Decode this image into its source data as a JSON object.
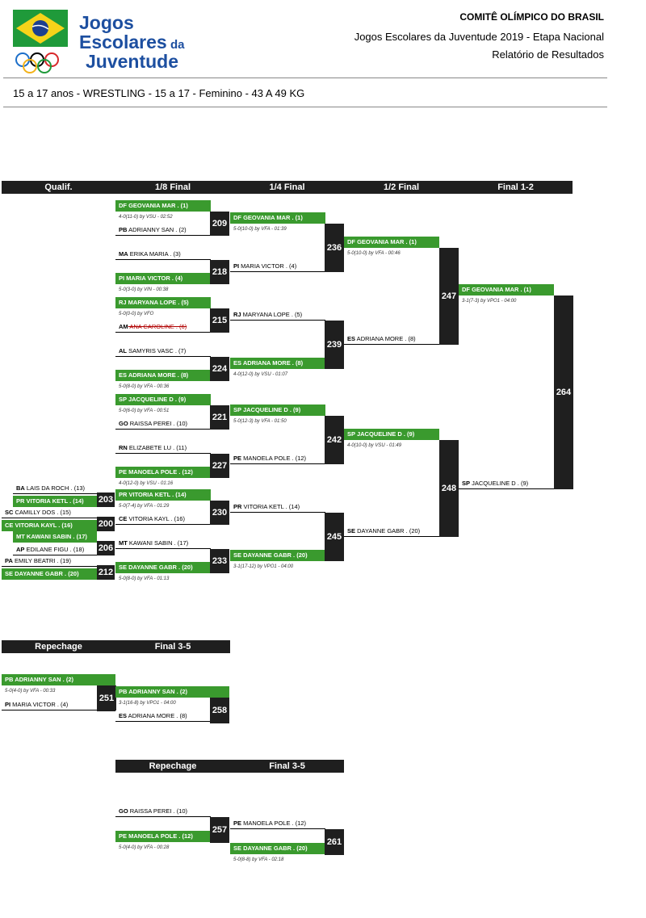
{
  "header": {
    "logo_text": "Jogos Escolares da Juventude",
    "org": "COMITÊ OLÍMPICO DO BRASIL",
    "event": "Jogos Escolares da Juventude 2019 - Etapa Nacional",
    "report": "Relatório de Resultados",
    "category": "15 a 17 anos - WRESTLING - 15 a 17 - Feminino - 43 A 49 KG"
  },
  "rounds": [
    "Qualif.",
    "1/8 Final",
    "1/4 Final",
    "1/2 Final",
    "Final 1-2"
  ],
  "repechage1": {
    "left": "Repechage",
    "right": "Final 3-5"
  },
  "repechage2": {
    "left": "Repechage",
    "right": "Final 3-5"
  },
  "colors": {
    "winner": "#3a9a2e",
    "box": "#1f1f1f"
  },
  "slots": {
    "q1": {
      "uf": "BA",
      "name": "LAIS DA ROCH . (13)"
    },
    "q2": {
      "uf": "PR",
      "name": "VITORIA KETL . (14)"
    },
    "q3": {
      "uf": "SC",
      "name": "CAMILLY DOS . (15)"
    },
    "q4": {
      "uf": "CE",
      "name": "VITORIA KAYL . (16)"
    },
    "q5": {
      "uf": "MT",
      "name": "KAWANI SABIN . (17)"
    },
    "q6": {
      "uf": "AP",
      "name": "EDILANE FIGU . (18)"
    },
    "q7": {
      "uf": "PA",
      "name": "EMILY BEATRI . (19)"
    },
    "q8": {
      "uf": "SE",
      "name": "DAYANNE GABR . (20)"
    },
    "e1": {
      "uf": "DF",
      "name": "GEOVANIA MAR . (1)"
    },
    "e2": {
      "uf": "PB",
      "name": "ADRIANNY SAN . (2)"
    },
    "e3": {
      "uf": "MA",
      "name": "ERIKA MARIA . (3)"
    },
    "e4": {
      "uf": "PI",
      "name": "MARIA VICTOR . (4)"
    },
    "e5": {
      "uf": "RJ",
      "name": "MARYANA LOPE . (5)"
    },
    "e6": {
      "uf": "AM",
      "name": "ANA CAROLINE . (6)"
    },
    "e7": {
      "uf": "AL",
      "name": "SAMYRIS VASC . (7)"
    },
    "e8": {
      "uf": "ES",
      "name": "ADRIANA MORE . (8)"
    },
    "e9": {
      "uf": "SP",
      "name": "JACQUELINE D . (9)"
    },
    "e10": {
      "uf": "GO",
      "name": "RAISSA PEREI . (10)"
    },
    "e11": {
      "uf": "RN",
      "name": "ELIZABETE LU . (11)"
    },
    "e12": {
      "uf": "PE",
      "name": "MANOELA POLE . (12)"
    },
    "e13": {
      "uf": "PR",
      "name": "VITORIA KETL . (14)"
    },
    "e14": {
      "uf": "CE",
      "name": "VITORIA KAYL . (16)"
    },
    "e15": {
      "uf": "MT",
      "name": "KAWANI SABIN . (17)"
    },
    "e16": {
      "uf": "SE",
      "name": "DAYANNE GABR . (20)"
    },
    "f1": {
      "uf": "DF",
      "name": "GEOVANIA MAR . (1)"
    },
    "f2": {
      "uf": "PI",
      "name": "MARIA VICTOR . (4)"
    },
    "f3": {
      "uf": "RJ",
      "name": "MARYANA LOPE . (5)"
    },
    "f4": {
      "uf": "ES",
      "name": "ADRIANA MORE . (8)"
    },
    "f5": {
      "uf": "SP",
      "name": "JACQUELINE D . (9)"
    },
    "f6": {
      "uf": "PE",
      "name": "MANOELA POLE . (12)"
    },
    "f7": {
      "uf": "PR",
      "name": "VITORIA KETL . (14)"
    },
    "f8": {
      "uf": "SE",
      "name": "DAYANNE GABR . (20)"
    },
    "s1": {
      "uf": "DF",
      "name": "GEOVANIA MAR . (1)"
    },
    "s2": {
      "uf": "ES",
      "name": "ADRIANA MORE . (8)"
    },
    "s3": {
      "uf": "SP",
      "name": "JACQUELINE D . (9)"
    },
    "s4": {
      "uf": "SE",
      "name": "DAYANNE GABR . (20)"
    },
    "fn1": {
      "uf": "DF",
      "name": "GEOVANIA MAR . (1)"
    },
    "fn2": {
      "uf": "SP",
      "name": "JACQUELINE D . (9)"
    },
    "r1a": {
      "uf": "PB",
      "name": "ADRIANNY SAN . (2)"
    },
    "r1b": {
      "uf": "PI",
      "name": "MARIA VICTOR . (4)"
    },
    "r1c": {
      "uf": "PB",
      "name": "ADRIANNY SAN . (2)"
    },
    "r1d": {
      "uf": "ES",
      "name": "ADRIANA MORE . (8)"
    },
    "r2a": {
      "uf": "GO",
      "name": "RAISSA PEREI . (10)"
    },
    "r2b": {
      "uf": "PE",
      "name": "MANOELA POLE . (12)"
    },
    "r2c": {
      "uf": "PE",
      "name": "MANOELA POLE . (12)"
    },
    "r2d": {
      "uf": "SE",
      "name": "DAYANNE GABR . (20)"
    }
  },
  "results": {
    "m209": "4-0(11-0) by VSU - 02:52",
    "m218": "5-0(3-0) by VIN - 00:38",
    "m215": "5-0(0-0) by VFO",
    "m224": "5-0(8-0) by VFA - 00:36",
    "m221": "5-0(6-0) by VFA - 00:51",
    "m227": "4-0(12-0) by VSU - 01:16",
    "m230": "5-0(7-4) by VFA - 01:29",
    "m233": "5-0(8-0) by VFA - 01:13",
    "m236": "5-0(10-0) by VFA - 01:39",
    "m239": "4-0(12-0) by VSU - 01:07",
    "m242": "5-0(12-3) by VFA - 01:50",
    "m245": "3-1(17-12) by VPO1 - 04:00",
    "m247": "5-0(10-0) by VFA - 00:46",
    "m248": "4-0(10-0) by VSU - 01:49",
    "m264": "3-1(7-3) by VPO1 - 04:00",
    "m251": "5-0(4-0) by VFA - 00:33",
    "m258": "3-1(16-8) by VPO1 - 04:00",
    "m257": "5-0(4-0) by VFA - 00:28",
    "m261": "5-0(8-8) by VFA - 02:18"
  },
  "matches": {
    "m203": "203",
    "m200": "200",
    "m206": "206",
    "m212": "212",
    "m209": "209",
    "m218": "218",
    "m215": "215",
    "m224": "224",
    "m221": "221",
    "m227": "227",
    "m230": "230",
    "m233": "233",
    "m236": "236",
    "m239": "239",
    "m242": "242",
    "m245": "245",
    "m247": "247",
    "m248": "248",
    "m264": "264",
    "m251": "251",
    "m258": "258",
    "m257": "257",
    "m261": "261"
  }
}
